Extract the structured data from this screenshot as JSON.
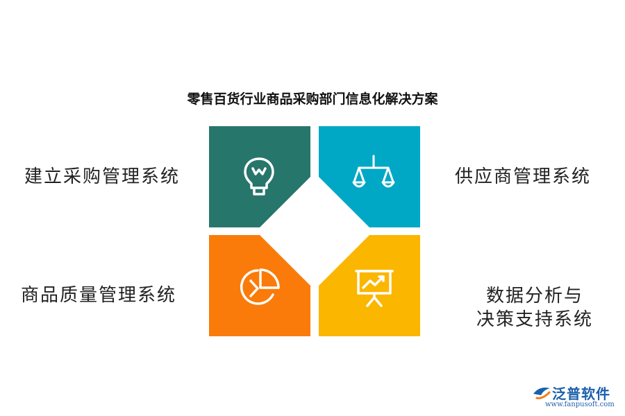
{
  "title": "零售百货行业商品采购部门信息化解决方案",
  "items": [
    {
      "label": "建立采购管理系统",
      "color": "#27766b",
      "icon": "lightbulb-icon"
    },
    {
      "label": "供应商管理系统",
      "color": "#00a8c6",
      "icon": "balance-scale-icon"
    },
    {
      "label": "商品质量管理系统",
      "color": "#fa7b09",
      "icon": "pie-chart-icon"
    },
    {
      "label_line1": "数据分析与",
      "label_line2": "决策支持系统",
      "color": "#fbb600",
      "icon": "presentation-chart-icon"
    }
  ],
  "logo": {
    "brand": "泛普软件",
    "url": "www.fanpusoft.com"
  }
}
